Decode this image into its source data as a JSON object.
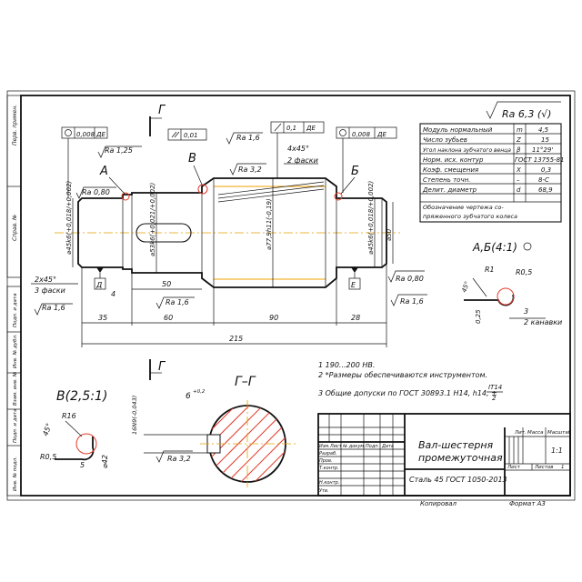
{
  "stamp_top_left": "Перв. примен.",
  "stamp_ref": "Справ. №",
  "stamp_sign_date": "Подп. и дата",
  "stamp_inv_dubl": "Инв. № дубл.",
  "stamp_vzam": "Взам. инв. №",
  "stamp_inv_podl": "Инв. № подл.",
  "roughness_general": "Ra 6,3 (√)",
  "tol_flat_left": "0,008",
  "tol_flat_left_base": "ДЕ",
  "tol_flat_right": "0,008",
  "tol_flat_right_base": "ДЕ",
  "tol_par": "0,01",
  "tol_runout": "0,1",
  "tol_runout_base": "ДЕ",
  "ra_125": "Ra 1,25",
  "ra_080_left": "Ra 0,80",
  "ra_16_top": "Ra 1,6",
  "ra_32": "Ra 3,2",
  "ra_16_bottom_left": "Ra 1,6",
  "ra_16_mid": "Ra 1,6",
  "ra_080_right": "Ra 0,80",
  "ra_16_bottom_right": "Ra 1,6",
  "ra_32_section": "Ra 3,2",
  "chamfer_top": "4x45°",
  "chamfer_top_note": "2 фаски",
  "chamfer_left": "2x45°",
  "chamfer_left_note": "3 фаски",
  "label_a": "А",
  "label_b_cyr": "В",
  "label_b": "Б",
  "label_g": "Г",
  "dim_d45_left": "⌀45k6(+0,018/+0,002)",
  "dim_d53": "⌀53k6(+0,021/+0,002)",
  "dim_d779": "⌀77,9h11(-0,19)",
  "dim_d45_right": "⌀45k6(+0,018/+0,002)",
  "dim_d50": "⌀50",
  "dim_50": "50",
  "dim_4": "4",
  "dim_35": "35",
  "dim_60": "60",
  "dim_90": "90",
  "dim_28": "28",
  "dim_215": "215",
  "base_d": "Д",
  "base_e": "Е",
  "view_ab": "А,Б(4:1)",
  "ab_r1": "R1",
  "ab_r05": "R0,5",
  "ab_45": "45°",
  "ab_025": "0,25",
  "ab_3": "3",
  "ab_note": "2 канавки",
  "view_v": "В(2,5:1)",
  "v_r16": "R16",
  "v_45": "45°",
  "v_r05": "R0,5",
  "v_5": "5",
  "v_d42": "⌀42",
  "section_gg": "Г–Г",
  "sec_16n9": "16N9(-0,043)",
  "sec_6": "6",
  "sec_6_tol": "+0,2",
  "notes": [
    "1  190...200 HB.",
    "2  *Размеры обеспечиваются инструментом.",
    "3  Общие допуски по ГОСТ 30893.1 H14, h14, ±"
  ],
  "note3_frac_top": "IT14",
  "note3_frac_bottom": "2",
  "params": [
    {
      "name": "Модуль нормальный",
      "sym": "m",
      "val": "4,5"
    },
    {
      "name": "Число зубьев",
      "sym": "Z",
      "val": "15"
    },
    {
      "name": "Угол наклона зубчатого венца",
      "sym": "β",
      "val": "11°29'"
    },
    {
      "name": "Норм. исх. контур",
      "sym": "",
      "val": "ГОСТ 13755-81"
    },
    {
      "name": "Коэф. смещения",
      "sym": "X",
      "val": "0,3"
    },
    {
      "name": "Степень точн.",
      "sym": "–",
      "val": "8-С"
    },
    {
      "name": "Делит. диаметр",
      "sym": "d",
      "val": "68,9"
    },
    {
      "name": "Обозначение чертежа со-",
      "sym": "",
      "val": ""
    },
    {
      "name": "пряженного зубчатого колеса",
      "sym": "",
      "val": ""
    }
  ],
  "title_name_1": "Вал-шестерня",
  "title_name_2": "промежуточная",
  "title_material": "Сталь 45 ГОСТ 1050-2013",
  "tb_lit": "Лит.",
  "tb_massa": "Масса",
  "tb_masshtab": "Масштаб",
  "tb_scale_val": "1:1",
  "tb_list": "Лист",
  "tb_listov": "Листов",
  "tb_listov_val": "1",
  "tb_izm": "Изм.",
  "tb_list2": "Лист",
  "tb_ndokum": "№ докум.",
  "tb_podp": "Подп.",
  "tb_data": "Дата",
  "tb_razrab": "Разраб.",
  "tb_prov": "Пров.",
  "tb_tkontr": "Т.контр.",
  "tb_nkontr": "Н.контр.",
  "tb_utv": "Утв.",
  "copied": "Копировал",
  "format": "Формат   А3"
}
